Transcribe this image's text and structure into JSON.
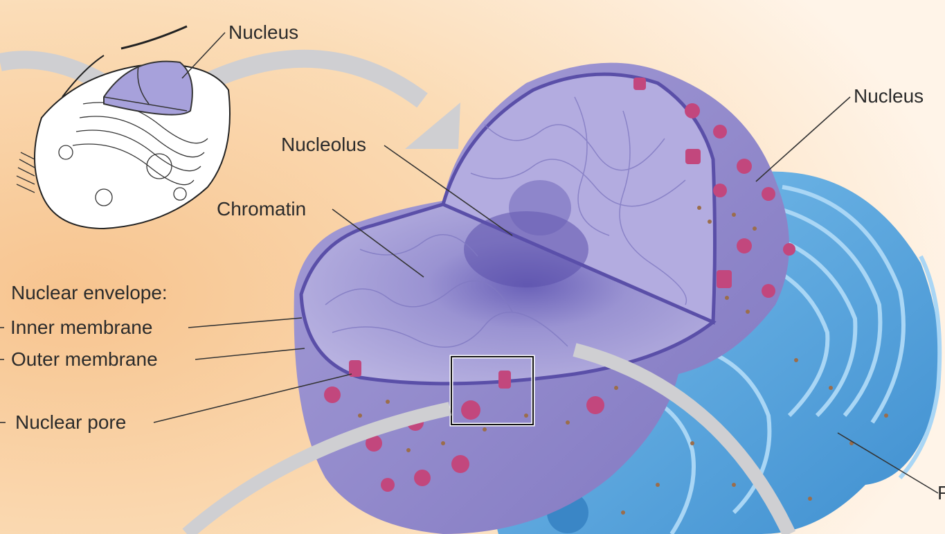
{
  "labels": {
    "nucleus_small": "Nucleus",
    "nucleus_main": "Nucleus",
    "nucleolus": "Nucleolus",
    "chromatin": "Chromatin",
    "nuclear_envelope": "Nuclear envelope:",
    "inner_membrane": "Inner membrane",
    "outer_membrane": "Outer membrane",
    "nuclear_pore": "Nuclear pore",
    "right_cut": "R"
  },
  "colors": {
    "background_peach": "#fbd9b0",
    "nucleus_purple": "#8d86c9",
    "nucleus_interior": "#b7b1dc",
    "er_blue": "#5aa7de",
    "pore_pink": "#c2477d",
    "ribosome_brown": "#9b6d4b",
    "arrow_gray": "#cfcfd2"
  }
}
